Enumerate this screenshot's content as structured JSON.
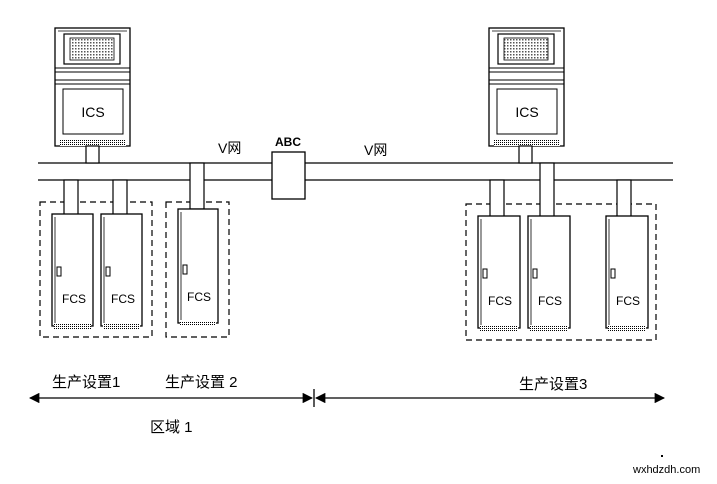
{
  "ics_label": "ICS",
  "fcs_label": "FCS",
  "bus_label": "V网",
  "bridge_label": "ABC",
  "plant_1": "生产设置1",
  "plant_2": "生产设置 2",
  "plant_3": "生产设置3",
  "domain_1": "区域 1",
  "watermark": "wxhdzdh.com"
}
